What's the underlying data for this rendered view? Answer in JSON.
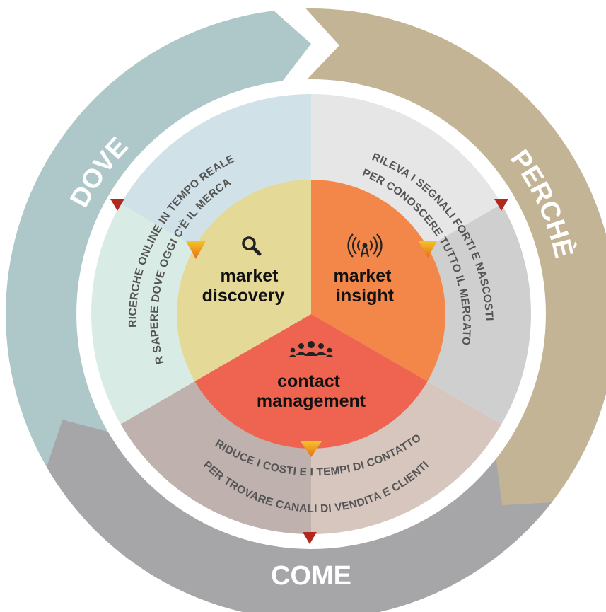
{
  "outer_ring": {
    "dove": {
      "label": "DOVE",
      "color": "#aec8c9"
    },
    "perche": {
      "label": "PERCHÈ",
      "color": "#c3b496"
    },
    "come": {
      "label": "COME",
      "color": "#a6a6a8"
    }
  },
  "middle_ring": {
    "dove_lines": [
      "RICERCHE ONLINE IN TEMPO REALE",
      "PER SAPERE DOVE OGGI C'È IL MERCATO"
    ],
    "perche_lines": [
      "RILEVA I SEGNALI FORTI E NASCOSTI",
      "PER CONOSCERE TUTTO IL MERCATO"
    ],
    "come_lines": [
      "RIDUCE I COSTI E I TEMPI DI CONTATTO",
      "PER TROVARE CANALI DI VENDITA E CLIENTI"
    ]
  },
  "core": {
    "discovery": {
      "line1": "market",
      "line2": "discovery",
      "icon": "magnifier-icon",
      "color": "#e4d996"
    },
    "insight": {
      "line1": "market",
      "line2": "insight",
      "icon": "signal-tower-icon",
      "color": "#f3874a"
    },
    "contact": {
      "line1": "contact",
      "line2": "management",
      "icon": "people-group-icon",
      "color": "#ee6450"
    }
  }
}
